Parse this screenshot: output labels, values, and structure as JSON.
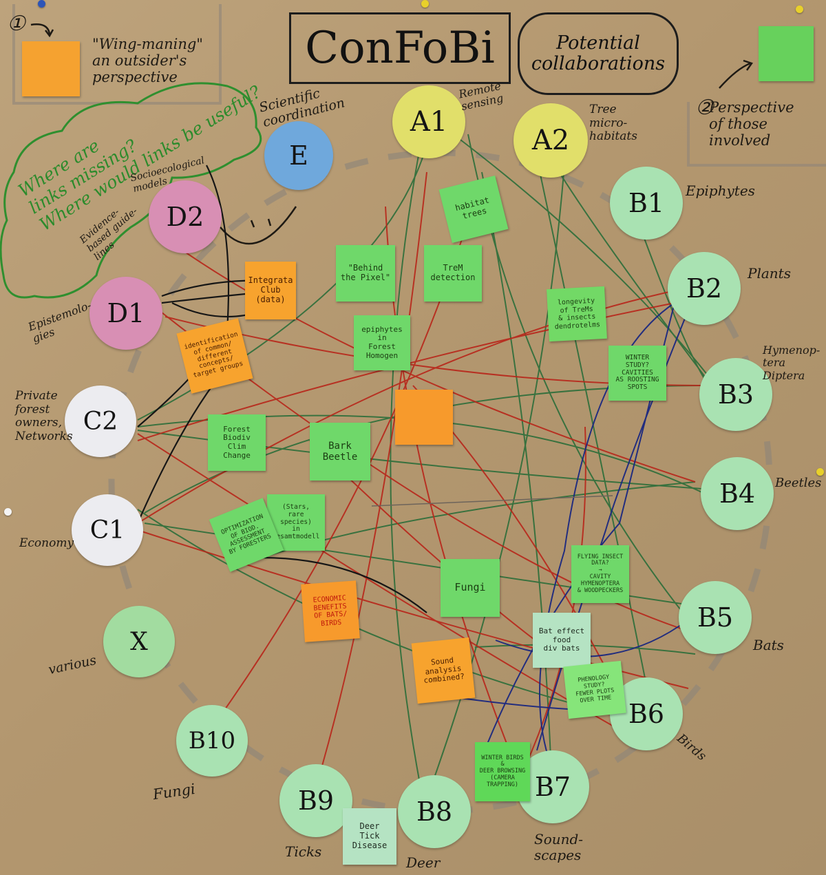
{
  "title": "ConFoBi",
  "subtitle": "Potential\ncollaborations",
  "legend": {
    "marker_1": "①",
    "text_1": "\"Wing-maning\"\nan outsider's\nperspective",
    "marker_2": "②",
    "text_2": "Perspective\nof those involved"
  },
  "question": "Where are\nlinks missing?\nWhere would links be useful?",
  "nodes": {
    "A1": {
      "label": "A1",
      "caption": "Remote\nsensing",
      "color": "#e1df6a"
    },
    "A2": {
      "label": "A2",
      "caption": "Tree\nmicro-\nhabitats",
      "color": "#e1df6a"
    },
    "E": {
      "label": "E",
      "caption": "Scientific\ncoordination",
      "color": "#6fa8dc"
    },
    "D2": {
      "label": "D2",
      "caption": "Socioecological\nmodels",
      "color": "#d88fb4"
    },
    "D1": {
      "label": "D1",
      "caption": "Epistemolo-\ngies",
      "color": "#d88fb4"
    },
    "C2": {
      "label": "C2",
      "caption": "Private\nforest\nowners,\nNetworks",
      "color": "#ececf0"
    },
    "C1": {
      "label": "C1",
      "caption": "Economy",
      "color": "#ececf0"
    },
    "X": {
      "label": "X",
      "caption": "various",
      "color": "#a2dca0"
    },
    "B1": {
      "label": "B1",
      "caption": "Epiphytes",
      "color": "#a9e2b2"
    },
    "B2": {
      "label": "B2",
      "caption": "Plants",
      "color": "#a9e2b2"
    },
    "B3": {
      "label": "B3",
      "caption": "Hymenop-\ntera\nDiptera",
      "color": "#a9e2b2"
    },
    "B4": {
      "label": "B4",
      "caption": "Beetles",
      "color": "#a9e2b2"
    },
    "B5": {
      "label": "B5",
      "caption": "Bats",
      "color": "#a9e2b2"
    },
    "B6": {
      "label": "B6",
      "caption": "Birds",
      "color": "#a9e2b2"
    },
    "B7": {
      "label": "B7",
      "caption": "Sound-\nscapes",
      "color": "#a9e2b2"
    },
    "B8": {
      "label": "B8",
      "caption": "Deer",
      "color": "#a9e2b2"
    },
    "B9": {
      "label": "B9",
      "caption": "Ticks",
      "color": "#a9e2b2"
    },
    "B10": {
      "label": "B10",
      "caption": "Fungi",
      "color": "#a9e2b2"
    }
  },
  "notes": {
    "habitat_trees": "habitat\ntrees",
    "behind_the_pixel": "\"Behind\nthe Pixel\"",
    "trem_detection": "TreM\ndetection",
    "longevity": "longevity\nof TreMs\n& insects\ndendrotelms",
    "epiphytes_forest": "epiphytes\nin\nForest\nHomogen",
    "integrata_club": "Integrata\nClub\n(data)",
    "identification": "identification\nof common/\ndifferent\nconcepts/\ntarget groups",
    "winter_study": "WINTER\nSTUDY?\nCAVITIES\nAS ROOSTING\nSPOTS",
    "forest_biodiv": "Forest\nBiodiv\nClim Change",
    "bark_beetle": "Bark\nBeetle",
    "center_orange": "",
    "rare_species": "(Stars,\nrare species)\nin Gesamtmodell",
    "optimization": "OPTIMIZATION\nOF BIOD.\nASSESSMENT\nBY FORESTERS",
    "fungi": "Fungi",
    "flying_insect": "FLYING INSECT\nDATA?\n→\nCAVITY\nHYMENOPTERA\n& WOODPECKERS",
    "economic_benefits": "ECONOMIC\nBENEFITS\nOF BATS/\nBIRDS",
    "bat_food": "Bat effect\nfood\ndiv bats",
    "sound_analysis": "Sound\nanalysis\ncombined?",
    "phenology": "PHENOLOGY\nSTUDY?\nFEWER PLOTS\nOVER TIME",
    "winter_birds": "WINTER BIRDS\n&\nDEER BROWSING\n(CAMERA\nTRAPPING)",
    "deer_tick": "Deer\nTick\nDisease"
  }
}
